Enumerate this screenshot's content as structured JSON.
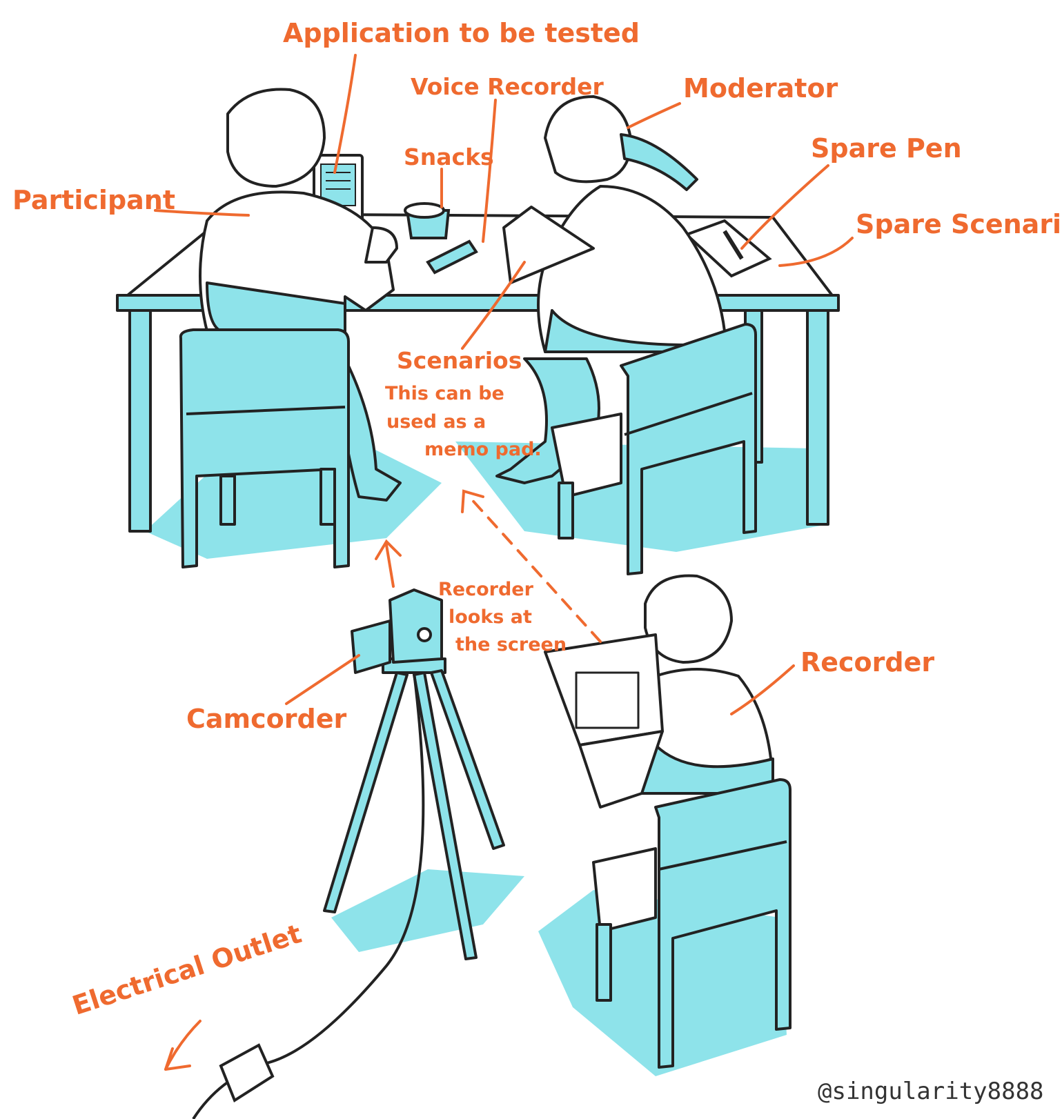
{
  "labels": {
    "application": "Application to be tested",
    "voice_recorder": "Voice Recorder",
    "moderator": "Moderator",
    "snacks": "Snacks",
    "spare_pen": "Spare Pen",
    "participant": "Participant",
    "spare_scenarios": "Spare Scenarios",
    "scenarios": "Scenarios",
    "scenarios_note_line1": "This can be",
    "scenarios_note_line2": "used as a",
    "scenarios_note_line3": "memo pad.",
    "recorder_looks_line1": "Recorder",
    "recorder_looks_line2": "looks at",
    "recorder_looks_line3": "the screen",
    "camcorder": "Camcorder",
    "recorder": "Recorder",
    "electrical_outlet": "Electrical Outlet"
  },
  "signature": "@singularity8888",
  "colors": {
    "accent": "#ef6a2f",
    "furniture": "#8ee3ea",
    "line": "#222222",
    "background": "#ffffff"
  }
}
